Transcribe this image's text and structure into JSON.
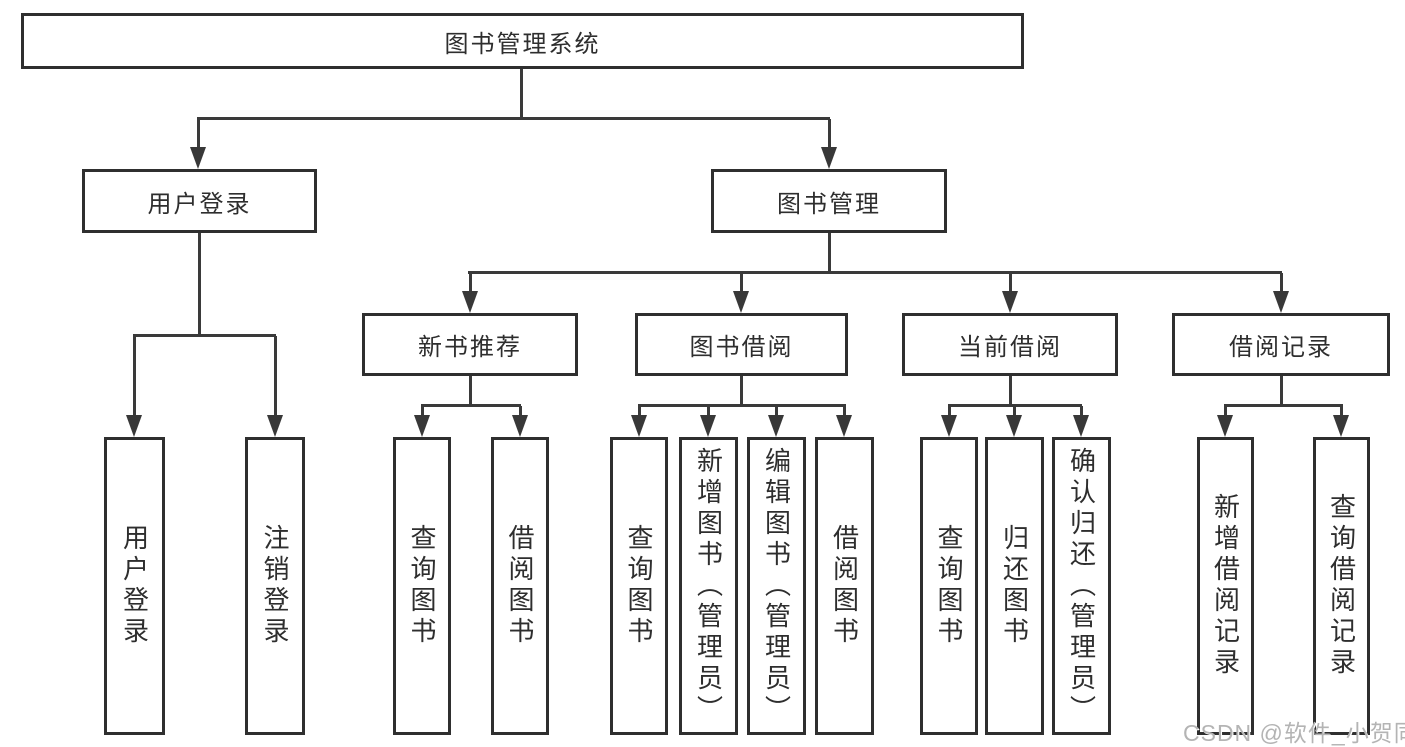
{
  "diagram_title": "图书管理系统",
  "tree": {
    "label": "图书管理系统",
    "children": [
      {
        "label": "用户登录",
        "children": [
          {
            "label": "用户登录"
          },
          {
            "label": "注销登录"
          }
        ]
      },
      {
        "label": "图书管理",
        "children": [
          {
            "label": "新书推荐",
            "children": [
              {
                "label": "查询图书"
              },
              {
                "label": "借阅图书"
              }
            ]
          },
          {
            "label": "图书借阅",
            "children": [
              {
                "label": "查询图书"
              },
              {
                "label": "新增图书（管理员）"
              },
              {
                "label": "编辑图书（管理员）"
              },
              {
                "label": "借阅图书"
              }
            ]
          },
          {
            "label": "当前借阅",
            "children": [
              {
                "label": "查询图书"
              },
              {
                "label": "归还图书"
              },
              {
                "label": "确认归还（管理员）"
              }
            ]
          },
          {
            "label": "借阅记录",
            "children": [
              {
                "label": "新增借阅记录"
              },
              {
                "label": "查询借阅记录"
              }
            ]
          }
        ]
      }
    ]
  },
  "watermark": "CSDN @软件_小贺同学",
  "colors": {
    "background": "#ffffff",
    "box_border": "#2f2f2f",
    "line": "#3a3a3a",
    "text": "#2e2e2e",
    "watermark": "#b4b4b4"
  }
}
